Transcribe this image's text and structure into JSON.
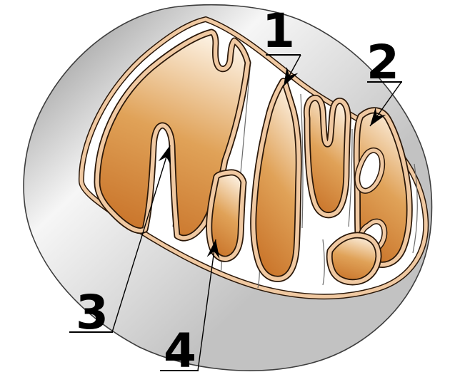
{
  "figure": {
    "kind": "labeled cross-section diagram",
    "callouts": [
      {
        "id": "callout-1",
        "text": "1"
      },
      {
        "id": "callout-2",
        "text": "2"
      },
      {
        "id": "callout-3",
        "text": "3"
      },
      {
        "id": "callout-4",
        "text": "4"
      }
    ]
  },
  "colors": {
    "background": "#ffffff",
    "outline": "#2a1708",
    "silhouette_stroke": "#3d3d3d",
    "membrane_peach": "#f0c9a2",
    "matrix_dark": "#c9742a",
    "matrix_mid": "#e0a258",
    "matrix_light": "#fcf0e0",
    "body_gray_dark": "#b4b4b4",
    "body_gray_light": "#f6f6f6",
    "body_gray_mid": "#dadada",
    "body_gray_deep": "#c2c2c2",
    "label_text": "#000000",
    "backwall_line": "#6b6b6b"
  }
}
